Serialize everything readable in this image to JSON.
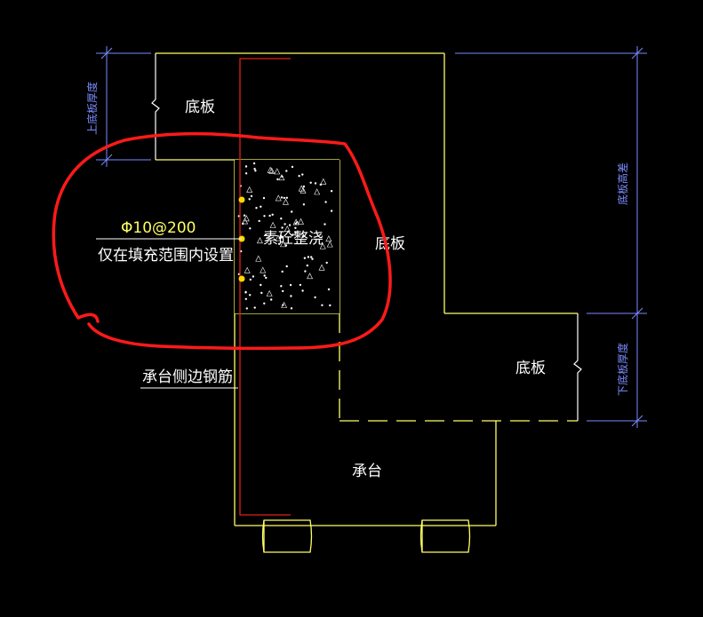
{
  "colors": {
    "background": "#000000",
    "outline": "#ffff66",
    "dimension": "#7a8cff",
    "rebar_red": "#e0201a",
    "annotation_red": "#ff1a1a",
    "hatch_line": "#ffffff",
    "rebar_dot": "#ffd700",
    "rebar_label": "#ffff66"
  },
  "labels": {
    "upper_slab": "底板",
    "right_slab": "底板",
    "lower_slab": "底板",
    "plain_concrete": "素砼整浇",
    "rebar_spec": "Φ10@200",
    "rebar_note": "仅在填充范围内设置",
    "side_rebar": "承台侧边钢筋",
    "pile_cap": "承台"
  },
  "dimensions": {
    "upper_thickness": "上底板厚度",
    "height_diff": "底板高差",
    "lower_thickness": "下底板厚度"
  }
}
